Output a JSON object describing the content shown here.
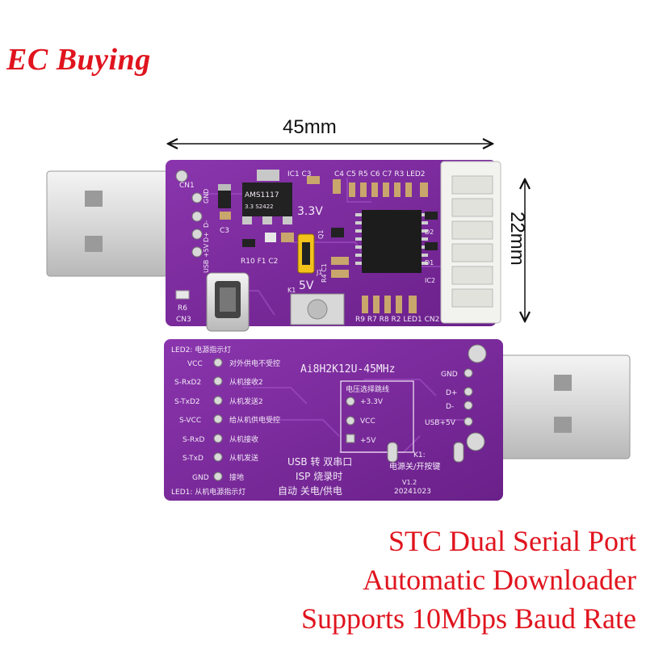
{
  "brand": {
    "logo_text": "EC Buying",
    "color": "#e0141e"
  },
  "dimensions": {
    "width_label": "45mm",
    "height_label": "22mm"
  },
  "captions": [
    "STC Dual Serial Port",
    "Automatic Downloader",
    "Supports 10Mbps Baud Rate"
  ],
  "board_front": {
    "pcb_color": "#7a2a9c",
    "labels": {
      "cn1": "CN1",
      "gnd": "GND",
      "dminus": "D-",
      "dplus": "D+",
      "usb5v": "USB +5V",
      "cn3": "CN3",
      "r6": "R6",
      "c3": "C3",
      "regulator": "AMS1117",
      "reg_sub": "3.3 S2422",
      "ic1c3": "IC1 C3",
      "caps": "C4 C5 R5 C6 C7 R3 LED2",
      "v33": "3.3V",
      "v5": "5V",
      "j1": "J1",
      "q1": "Q1",
      "r10f1c2": "R10 F1 C2",
      "r4c1": "R4 C1",
      "k1": "K1",
      "d2": "D2",
      "d1": "D1",
      "ic2": "IC2",
      "bottom_row": "R9 R7 R8 R2 LED1 CN2"
    }
  },
  "board_back": {
    "pcb_color": "#7a2a9c",
    "led2": "LED2: 电源指示灯",
    "pins": [
      {
        "name": "VCC",
        "desc": "对外供电不受控"
      },
      {
        "name": "S-RxD2",
        "desc": "从机接收2"
      },
      {
        "name": "S-TxD2",
        "desc": "从机发送2"
      },
      {
        "name": "S-VCC",
        "desc": "给从机供电受控"
      },
      {
        "name": "S-RxD",
        "desc": "从机接收"
      },
      {
        "name": "S-TxD",
        "desc": "从机发送"
      },
      {
        "name": "GND",
        "desc": "接地"
      }
    ],
    "led1": "LED1: 从机电源指示灯",
    "chip": "Ai8H2K12U-45MHz",
    "jumper_title": "电压选择跳线",
    "jumper_opts": [
      "+3.3V",
      "VCC",
      "+5V"
    ],
    "usb_pins": [
      "GND",
      "D+",
      "D-",
      "USB+5V"
    ],
    "k1": "K1:",
    "switch_label": "电源关/开按键",
    "title_lines": [
      "USB 转 双串口",
      "ISP 烧录时",
      "自动 关电/供电"
    ],
    "version": "V1.2",
    "date": "20241023"
  }
}
